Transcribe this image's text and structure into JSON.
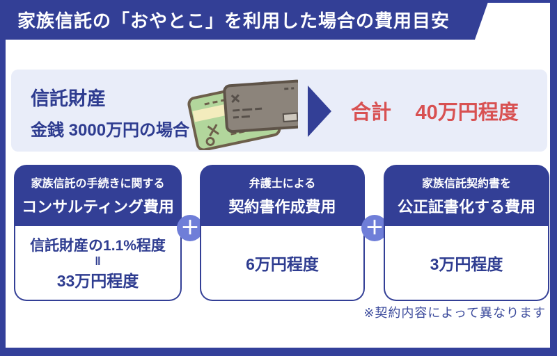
{
  "title": "家族信託の「おやとこ」を利用した場合の費用目安",
  "summary": {
    "asset_label": "信託財産",
    "asset_detail": "金銭 3000万円の場合",
    "total_label": "合計",
    "total_value": "40万円程度"
  },
  "columns": [
    {
      "header_line1": "家族信託の手続きに関する",
      "header_line2": "コンサルティング費用",
      "body_line1": "信託財産の1.1%程度",
      "body_equals": "‖",
      "body_value": "33万円程度"
    },
    {
      "header_line1": "弁護士による",
      "header_line2": "契約書作成費用",
      "body_value": "6万円程度"
    },
    {
      "header_line1": "家族信託契約書を",
      "header_line2": "公正証書化する費用",
      "body_value": "3万円程度"
    }
  ],
  "plus_symbol": "＋",
  "footnote": "※契約内容によって異なります",
  "icons": {
    "cards": "credit-cards-illustration",
    "arrow": "right-arrow-icon"
  },
  "colors": {
    "navy": "#333F96",
    "navy_text": "#2E3C90",
    "red": "#D85152",
    "panel_lavender": "#E9EDF9",
    "plus_circle": "#6F7ED8",
    "card_green": "#B2D69C",
    "card_stripe": "#F3ECBD",
    "card_gray": "#8C847B",
    "outline_brown": "#6D5F4B"
  }
}
